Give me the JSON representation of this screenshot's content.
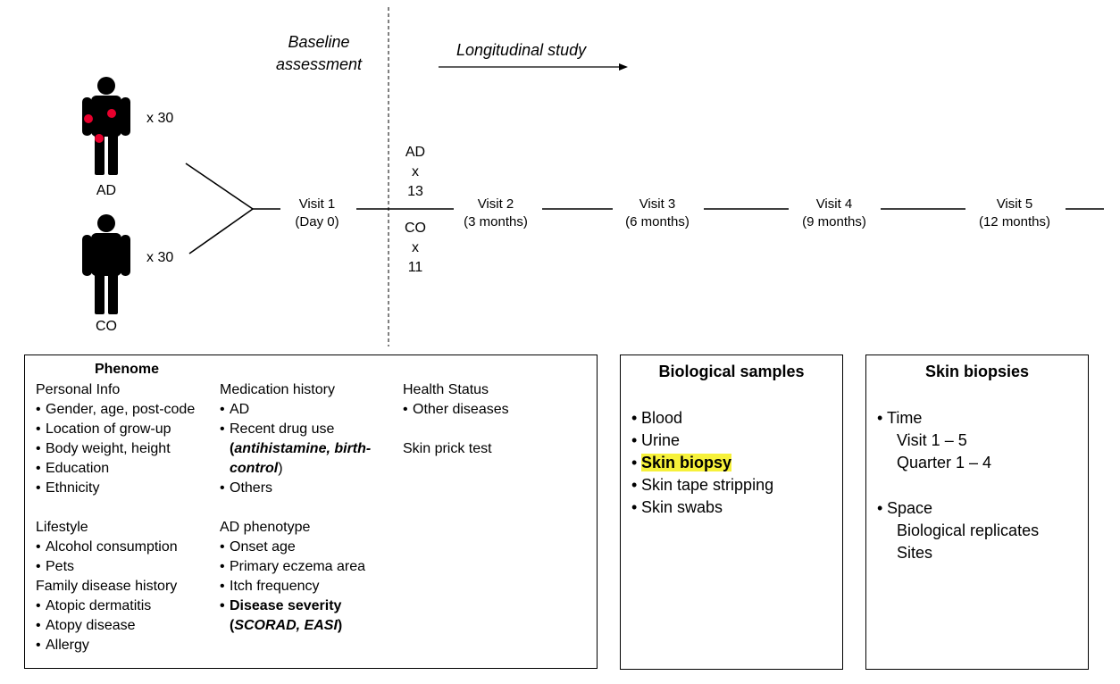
{
  "header": {
    "baseline": "Baseline assessment",
    "longitudinal": "Longitudinal study"
  },
  "groups": {
    "ad": {
      "label": "AD",
      "count": "x 30"
    },
    "co": {
      "label": "CO",
      "count": "x 30"
    }
  },
  "visits": [
    {
      "name": "Visit 1",
      "time": "(Day 0)"
    },
    {
      "name": "Visit 2",
      "time": "(3 months)"
    },
    {
      "name": "Visit 3",
      "time": "(6 months)"
    },
    {
      "name": "Visit 4",
      "time": "(9 months)"
    },
    {
      "name": "Visit 5",
      "time": "(12 months)"
    }
  ],
  "baseline_counts": {
    "ad": {
      "label": "AD",
      "x": "x",
      "n": "13"
    },
    "co": {
      "label": "CO",
      "x": "x",
      "n": "11"
    }
  },
  "phenome": {
    "title": "Phenome",
    "personal": {
      "heading": "Personal Info",
      "items": [
        "Gender, age, post-code",
        "Location of grow-up",
        "Body weight, height",
        "Education",
        "Ethnicity"
      ]
    },
    "lifestyle": {
      "heading": "Lifestyle",
      "items": [
        "Alcohol consumption",
        "Pets"
      ]
    },
    "family": {
      "heading": "Family disease history",
      "items": [
        "Atopic dermatitis",
        "Atopy disease",
        "Allergy"
      ]
    },
    "medication": {
      "heading": "Medication history",
      "item_ad": "AD",
      "item_recent": "Recent drug use",
      "recent_paren_open": "(",
      "recent_detail": "antihistamine, birth-control",
      "recent_paren_close": ")",
      "item_others": "Others"
    },
    "phenotype": {
      "heading": "AD phenotype",
      "items": [
        "Onset age",
        "Primary eczema area",
        "Itch frequency"
      ],
      "severity": "Disease severity",
      "severity_paren_open": "(",
      "severity_detail": "SCORAD, EASI",
      "severity_paren_close": ")"
    },
    "health": {
      "heading": "Health Status",
      "items": [
        "Other diseases"
      ],
      "skin_prick": "Skin prick test"
    }
  },
  "bio_samples": {
    "title": "Biological samples",
    "items": [
      "Blood",
      "Urine",
      "Skin biopsy",
      "Skin tape stripping",
      "Skin swabs"
    ],
    "highlight_color": "#f6f13a"
  },
  "skin_biopsies": {
    "title": "Skin biopsies",
    "time": {
      "label": "Time",
      "lines": [
        "Visit 1 – 5",
        "Quarter 1 – 4"
      ]
    },
    "space": {
      "label": "Space",
      "lines": [
        "Biological replicates",
        "Sites"
      ]
    }
  },
  "colors": {
    "marker": "#e8002d",
    "figure": "#000000"
  }
}
